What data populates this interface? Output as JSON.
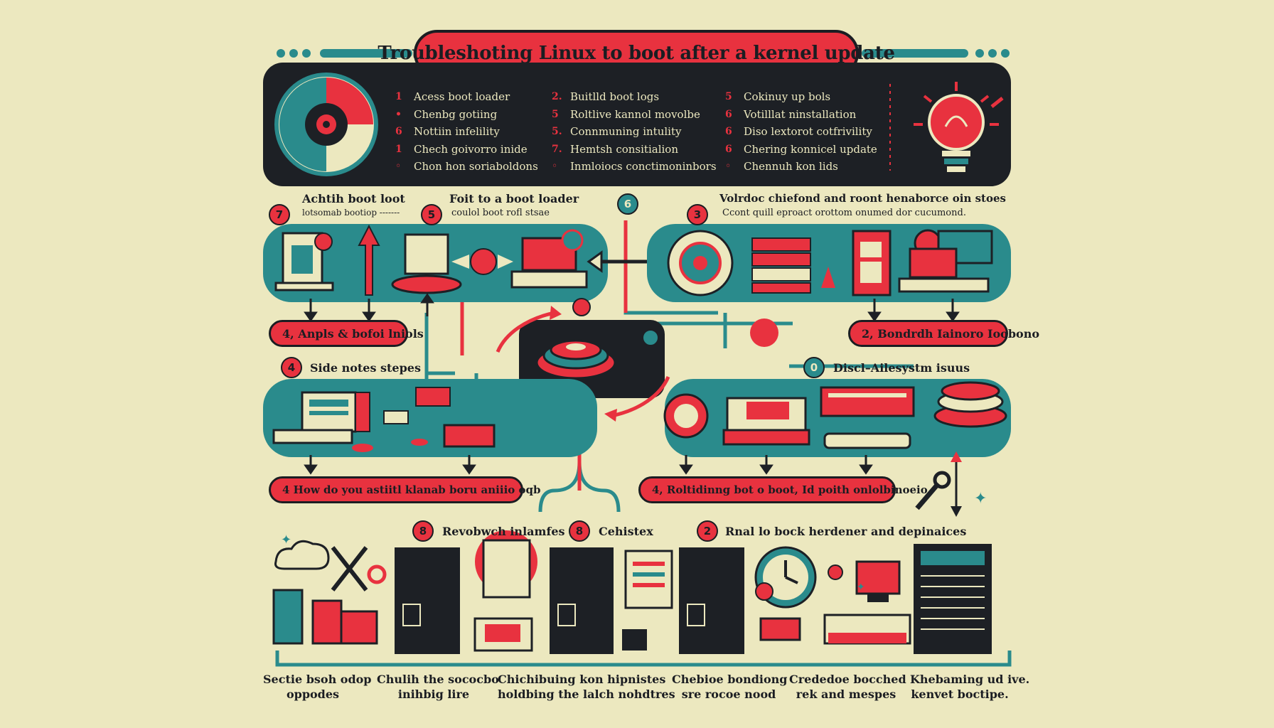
{
  "title": "Troubleshoting Linux to boot after a kernel update",
  "steps_panel": {
    "col1": [
      {
        "num": "1",
        "text": "Acess boot loader"
      },
      {
        "num": "•",
        "text": "Chenbg gotiing"
      },
      {
        "num": "6",
        "text": "Nottiin infelility"
      },
      {
        "num": "1",
        "text": "Chech goivorro inide"
      },
      {
        "num": "◦",
        "text": "Chon hon soriaboldons"
      }
    ],
    "col2": [
      {
        "num": "2.",
        "text": "Buitlld boot logs"
      },
      {
        "num": "5",
        "text": "Roltlive kannol movolbe"
      },
      {
        "num": "5.",
        "text": "Connmuning intulity"
      },
      {
        "num": "7.",
        "text": "Hemtsh consitialion"
      },
      {
        "num": "◦",
        "text": "Inmloiocs conctimoninbors"
      }
    ],
    "col3": [
      {
        "num": "5",
        "text": "Cokinuy up bols"
      },
      {
        "num": "6",
        "text": "Votilllat ninstallation"
      },
      {
        "num": "6",
        "text": "Diso lextorot cotfrivility"
      },
      {
        "num": "6",
        "text": "Chering konnicel update"
      },
      {
        "num": "◦",
        "text": "Chennuh kon lids"
      }
    ]
  },
  "section_top": {
    "label_a": "Achtih boot loot",
    "label_a_sub": "lotsomab bootiop -------",
    "badge_a": "7",
    "label_b": "Foit to a boot loader",
    "label_b_sub": "coulol boot rofl stsae",
    "badge_b": "5",
    "badge_c": "6",
    "label_d": "Volrdoc chiefond and roont henaborce oin stoes",
    "label_d_sub": "Ccont quill eproact orottom onumed dor cucumond.",
    "badge_d": "3"
  },
  "pill_left_1": "4,  Anpls & bofoi lniols",
  "pill_right_1": "2,  Bondrdh Iainoro Ioobono",
  "section_mid": {
    "badge_left": "4",
    "label_left": "Side notes stepes",
    "badge_right": "0",
    "label_right": "Discl–Ailesystm isuus"
  },
  "pill_left_2": "4  How do you astiitl klanab boru aniiio oqb",
  "pill_right_2": "4,  Roltidinng bot o boot, Id poith onlolbinoeio",
  "section_bottom": {
    "badge_1": "8",
    "label_1": "Revobwch inlamfes",
    "badge_2": "8",
    "label_2": "Cehistex",
    "badge_3": "2",
    "label_3": "Rnal lo bock herdener and depinaices"
  },
  "bottom_captions": [
    {
      "line1": "Sectie bsoh odop",
      "line2": "oppodes"
    },
    {
      "line1": "Chulih the sococbo",
      "line2": "inihbig lire"
    },
    {
      "line1": "Chichibuing kon hipnistes",
      "line2": "holdbing the lalch nohdtres"
    },
    {
      "line1": "Chebioe bondiong",
      "line2": "sre rocoe nood"
    },
    {
      "line1": "Crededoe bocched",
      "line2": "rek and mespes"
    },
    {
      "line1": "Khebaming ud ive.",
      "line2": "kenvet boctipe."
    }
  ],
  "colors": {
    "background": "#ece8bf",
    "red": "#e8323f",
    "teal": "#2a8b8c",
    "dark": "#1d2025"
  }
}
